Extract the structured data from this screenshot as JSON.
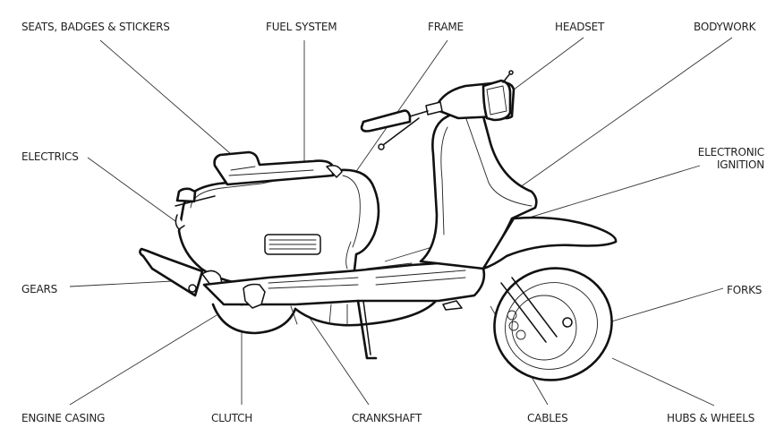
{
  "diagram": {
    "subject": "scooter",
    "labels": {
      "seats": "SEATS, BADGES & STICKERS",
      "fuel": "FUEL SYSTEM",
      "frame": "FRAME",
      "headset": "HEADSET",
      "bodywork": "BODYWORK",
      "electrics": "ELECTRICS",
      "ignition_line1": "ELECTRONIC",
      "ignition_line2": "IGNITION",
      "gears": "GEARS",
      "forks": "FORKS",
      "engine_casing": "ENGINE CASING",
      "clutch": "CLUTCH",
      "crankshaft": "CRANKSHAFT",
      "cables": "CABLES",
      "hubs_wheels": "HUBS & WHEELS"
    }
  },
  "colors": {
    "line": "#111111",
    "text": "#222222",
    "background": "#ffffff"
  }
}
